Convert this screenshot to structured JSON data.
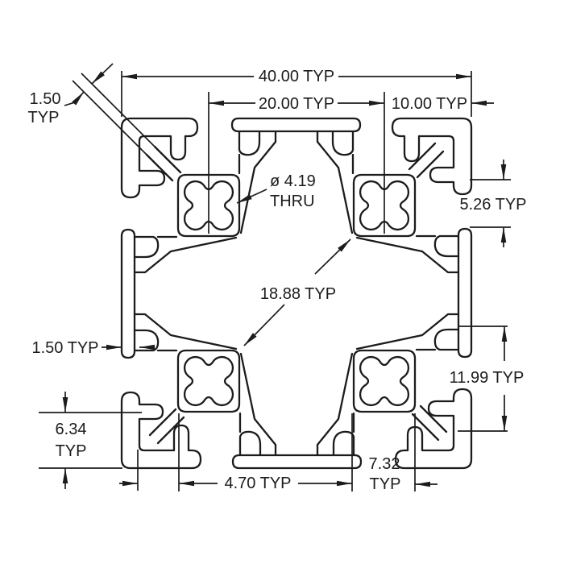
{
  "drawing": {
    "type": "technical-cross-section",
    "subject": "40x40 T-slot aluminum extrusion profile",
    "background_color": "#ffffff",
    "line_color": "#1c1c1c",
    "annotations": {
      "overall_width": "40.00 TYP",
      "slot_pitch": "20.00 TYP",
      "edge_to_slot": "10.00 TYP",
      "corner_wall_line1": "1.50",
      "corner_wall_line2": "TYP",
      "side_wall": "1.50 TYP",
      "flange_step": "5.26 TYP",
      "hole_diameter": "ø 4.19",
      "hole_depth": "THRU",
      "cavity_diagonal": "18.88 TYP",
      "side_opening": "11.99 TYP",
      "foot_height_line1": "6.34",
      "foot_height_line2": "TYP",
      "slot_depth": "4.70 TYP",
      "boss_width_line1": "7.32",
      "boss_width_line2": "TYP"
    }
  }
}
